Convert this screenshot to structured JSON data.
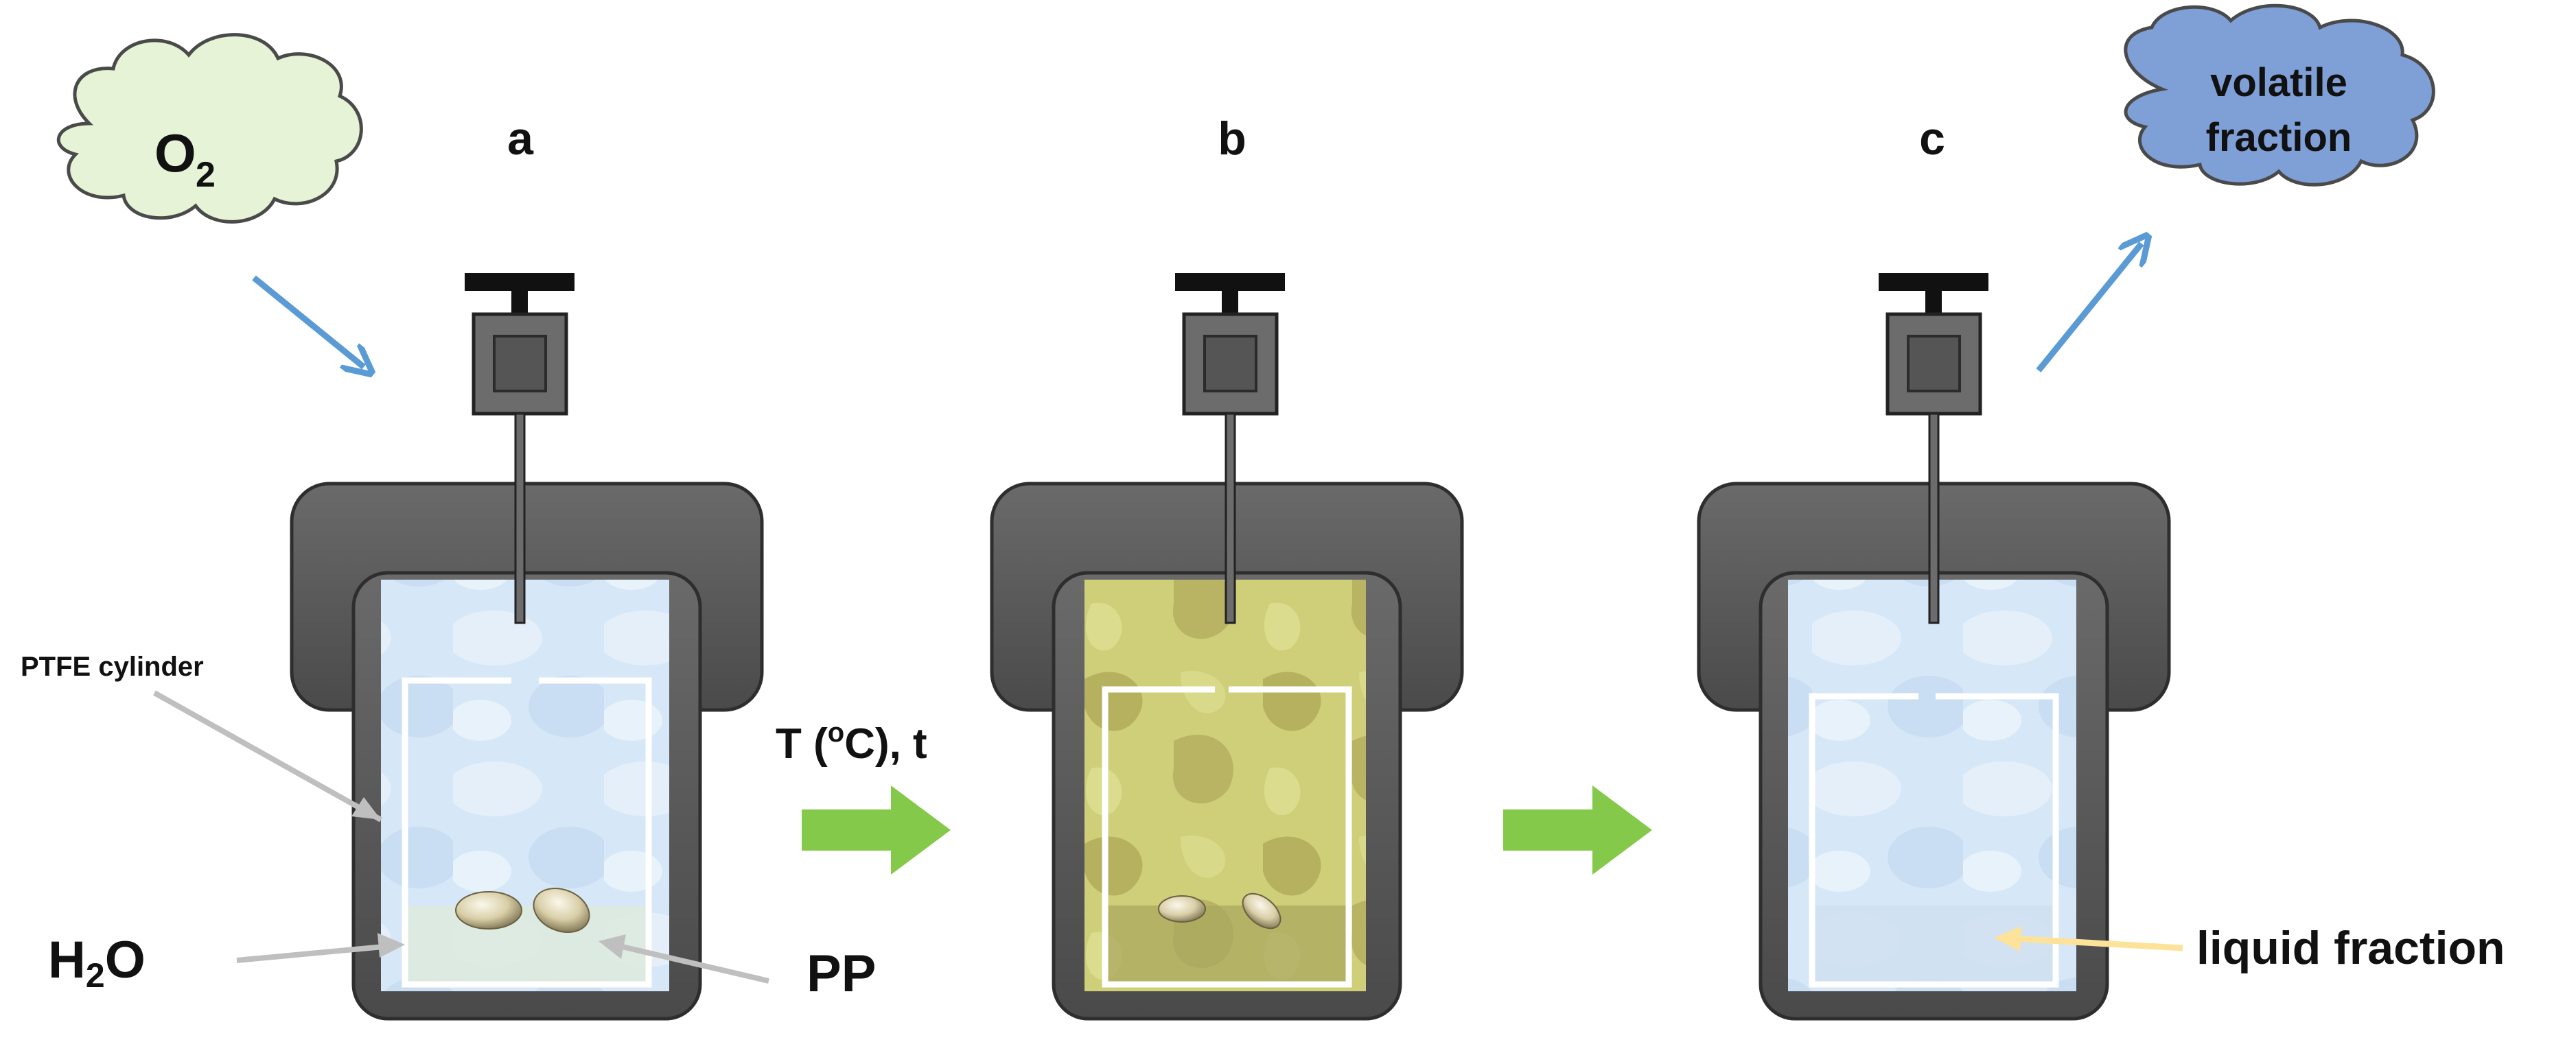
{
  "panels": {
    "a": {
      "label": "a"
    },
    "b": {
      "label": "b"
    },
    "c": {
      "label": "c"
    }
  },
  "clouds": {
    "oxygen": {
      "main": "O",
      "sub": "2"
    },
    "volatile": {
      "line1": "volatile",
      "line2": "fraction"
    }
  },
  "annotations": {
    "ptfe": "PTFE cylinder",
    "water_main": "H",
    "water_sub": "2",
    "water_tail": "O",
    "pp": "PP",
    "condition_pre": "T (",
    "condition_sup": "o",
    "condition_post": "C), t",
    "liquid": "liquid fraction"
  },
  "colors": {
    "oxygen_cloud": "#e6f3d6",
    "volatile_cloud": "#7f9fd7",
    "flow_arrow": "#84c94a",
    "gas_arrow": "#5b9bd5",
    "reactor_body": "#5a5a5a",
    "water_phase": "#cfe3f5",
    "reacted_phase": "#c8c96e",
    "liquid_arrow": "#fde39a",
    "pointer_arrow": "#bfbfbf"
  },
  "icons": [
    "valve-icon",
    "pellet-icon",
    "cloud-icon",
    "arrow-icon"
  ]
}
